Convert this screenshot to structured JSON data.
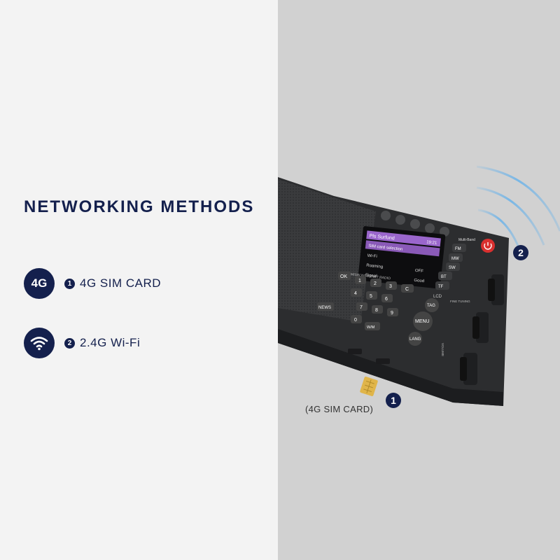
{
  "heading": "NETWORKING METHODS",
  "methods": [
    {
      "icon_text": "4G",
      "number": "1",
      "label": "4G SIM CARD"
    },
    {
      "icon": "wifi-icon",
      "number": "2",
      "label": "2.4G Wi-Fi"
    }
  ],
  "callouts": {
    "sim": "1",
    "wifi": "2"
  },
  "sim_caption": "(4G SIM CARD)",
  "radio": {
    "screen_header": "Pls Surfund",
    "screen_time": "19:21",
    "screen_items": [
      {
        "label": "SIM card selection",
        "value": ""
      },
      {
        "label": "Wi-Fi",
        "value": ""
      },
      {
        "label": "Roaming",
        "value": "OFF"
      },
      {
        "label": "Signal",
        "value": "Good"
      }
    ],
    "band_label": "FM/AM/SW INTERNET RADIO",
    "brand_label": "Multi-Band",
    "band_buttons": [
      "FM",
      "MW",
      "SW",
      "BT",
      "TF"
    ],
    "keypad": [
      "1",
      "2",
      "3",
      "4",
      "5",
      "6",
      "7",
      "8",
      "9",
      "0"
    ],
    "ok_label": "OK",
    "news_label": "NEWS",
    "fm_label": "W/M",
    "c_label": "C",
    "tag_label": "TAG",
    "menu_label": "MENU",
    "lang_label": "LANG",
    "lcd_label": "LCD",
    "fine_tuning_label": "FINE TUNING",
    "volume_label": "VOLUME"
  },
  "colors": {
    "navy": "#14204d",
    "wifi_arc": "#6fb4e8",
    "power": "#d9302f",
    "screen_accent": "#9a66cc"
  }
}
